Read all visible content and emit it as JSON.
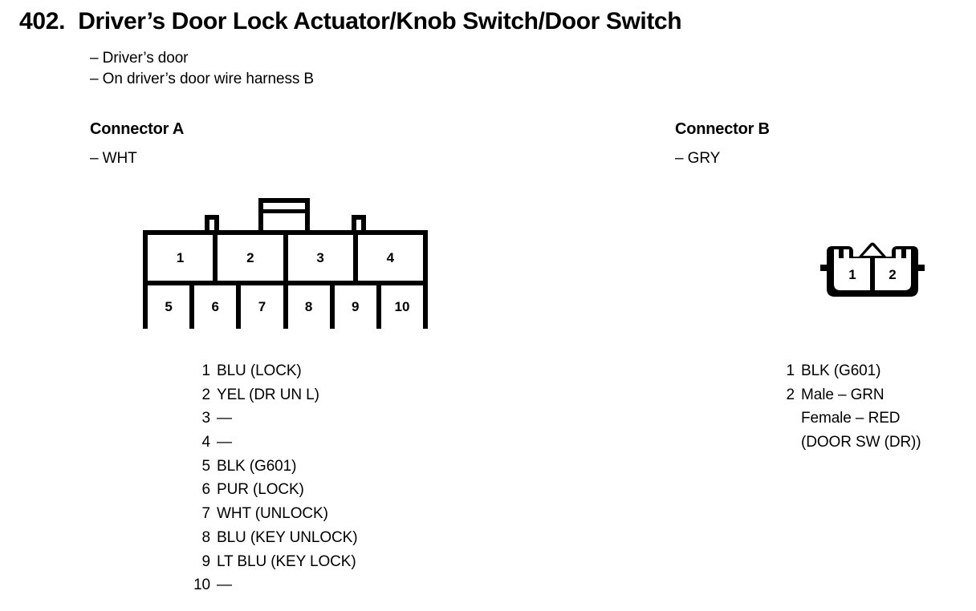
{
  "page": {
    "number": "402.",
    "title": "Driver’s Door Lock Actuator/Knob Switch/Door Switch",
    "subtitles": [
      "– Driver’s door",
      "– On driver’s door wire harness B"
    ]
  },
  "connector_a": {
    "heading": "Connector A",
    "color": "– WHT",
    "diagram": {
      "type": "connector-pinout",
      "top_row_pins": [
        "1",
        "2",
        "3",
        "4"
      ],
      "bottom_row_pins": [
        "5",
        "6",
        "7",
        "8",
        "9",
        "10"
      ]
    },
    "pins": [
      {
        "num": "1",
        "label": "BLU (LOCK)"
      },
      {
        "num": "2",
        "label": "YEL (DR UN L)"
      },
      {
        "num": "3",
        "label": "—"
      },
      {
        "num": "4",
        "label": "—"
      },
      {
        "num": "5",
        "label": "BLK (G601)"
      },
      {
        "num": "6",
        "label": "PUR (LOCK)"
      },
      {
        "num": "7",
        "label": "WHT (UNLOCK)"
      },
      {
        "num": "8",
        "label": "BLU (KEY UNLOCK)"
      },
      {
        "num": "9",
        "label": "LT BLU (KEY LOCK)"
      },
      {
        "num": "10",
        "label": "—"
      }
    ]
  },
  "connector_b": {
    "heading": "Connector B",
    "color": "– GRY",
    "diagram": {
      "type": "connector-pinout",
      "pins": [
        "1",
        "2"
      ]
    },
    "pins": [
      {
        "num": "1",
        "label": "BLK (G601)",
        "continuation": []
      },
      {
        "num": "2",
        "label": "Male – GRN",
        "continuation": [
          "Female – RED",
          "(DOOR SW (DR))"
        ]
      }
    ]
  },
  "colors": {
    "ink": "#000000",
    "paper": "#ffffff"
  }
}
